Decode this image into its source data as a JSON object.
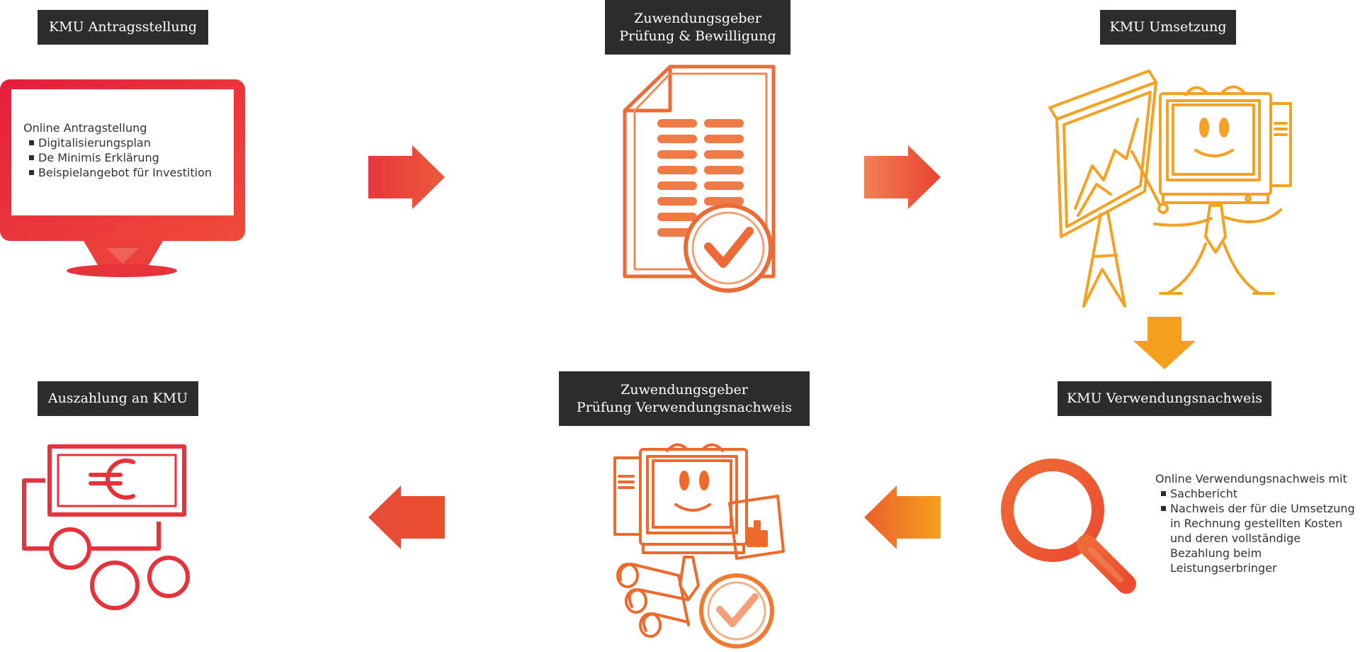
{
  "steps": [
    {
      "id": "antragsstellung",
      "label_lines": [
        "KMU Antragsstellung"
      ],
      "icon": "computer-monitor-icon",
      "description": {
        "intro": "Online Antragstellung",
        "items": [
          "Digitalisierungsplan",
          "De Minimis Erklärung",
          "Beispielangebot für Investition"
        ]
      }
    },
    {
      "id": "pruefung-bewilligung",
      "label_lines": [
        "Zuwendungsgeber",
        "Prüfung & Bewilligung"
      ],
      "icon": "approved-document-icon"
    },
    {
      "id": "umsetzung",
      "label_lines": [
        "KMU Umsetzung"
      ],
      "icon": "computer-presentation-icon"
    },
    {
      "id": "verwendungsnachweis",
      "label_lines": [
        "KMU Verwendungsnachweis"
      ],
      "icon": "magnifying-glass-icon",
      "description": {
        "intro": "Online Verwendungsnachweis mit",
        "items": [
          "Sachbericht",
          "Nachweis der für die Umsetzung in Rechnung gestellten Kosten und deren vollständige Bezahlung beim Leistungserbringer"
        ]
      }
    },
    {
      "id": "pruefung-verwendungsnachweis",
      "label_lines": [
        "Zuwendungsgeber",
        "Prüfung Verwendungsnachweis"
      ],
      "icon": "computer-review-documents-icon"
    },
    {
      "id": "auszahlung",
      "label_lines": [
        "Auszahlung an KMU"
      ],
      "icon": "euro-money-icon"
    }
  ],
  "flow_arrows": [
    {
      "from": "antragsstellung",
      "to": "pruefung-bewilligung",
      "direction": "right"
    },
    {
      "from": "pruefung-bewilligung",
      "to": "umsetzung",
      "direction": "right"
    },
    {
      "from": "umsetzung",
      "to": "verwendungsnachweis",
      "direction": "down"
    },
    {
      "from": "verwendungsnachweis",
      "to": "pruefung-verwendungsnachweis",
      "direction": "left"
    },
    {
      "from": "pruefung-verwendungsnachweis",
      "to": "auszahlung",
      "direction": "left"
    }
  ],
  "colors": {
    "label_background": "#2c2c2c",
    "red": "#e8323b",
    "red_orange": "#ea5a2e",
    "orange": "#f07a30",
    "amber": "#f5a21e"
  }
}
